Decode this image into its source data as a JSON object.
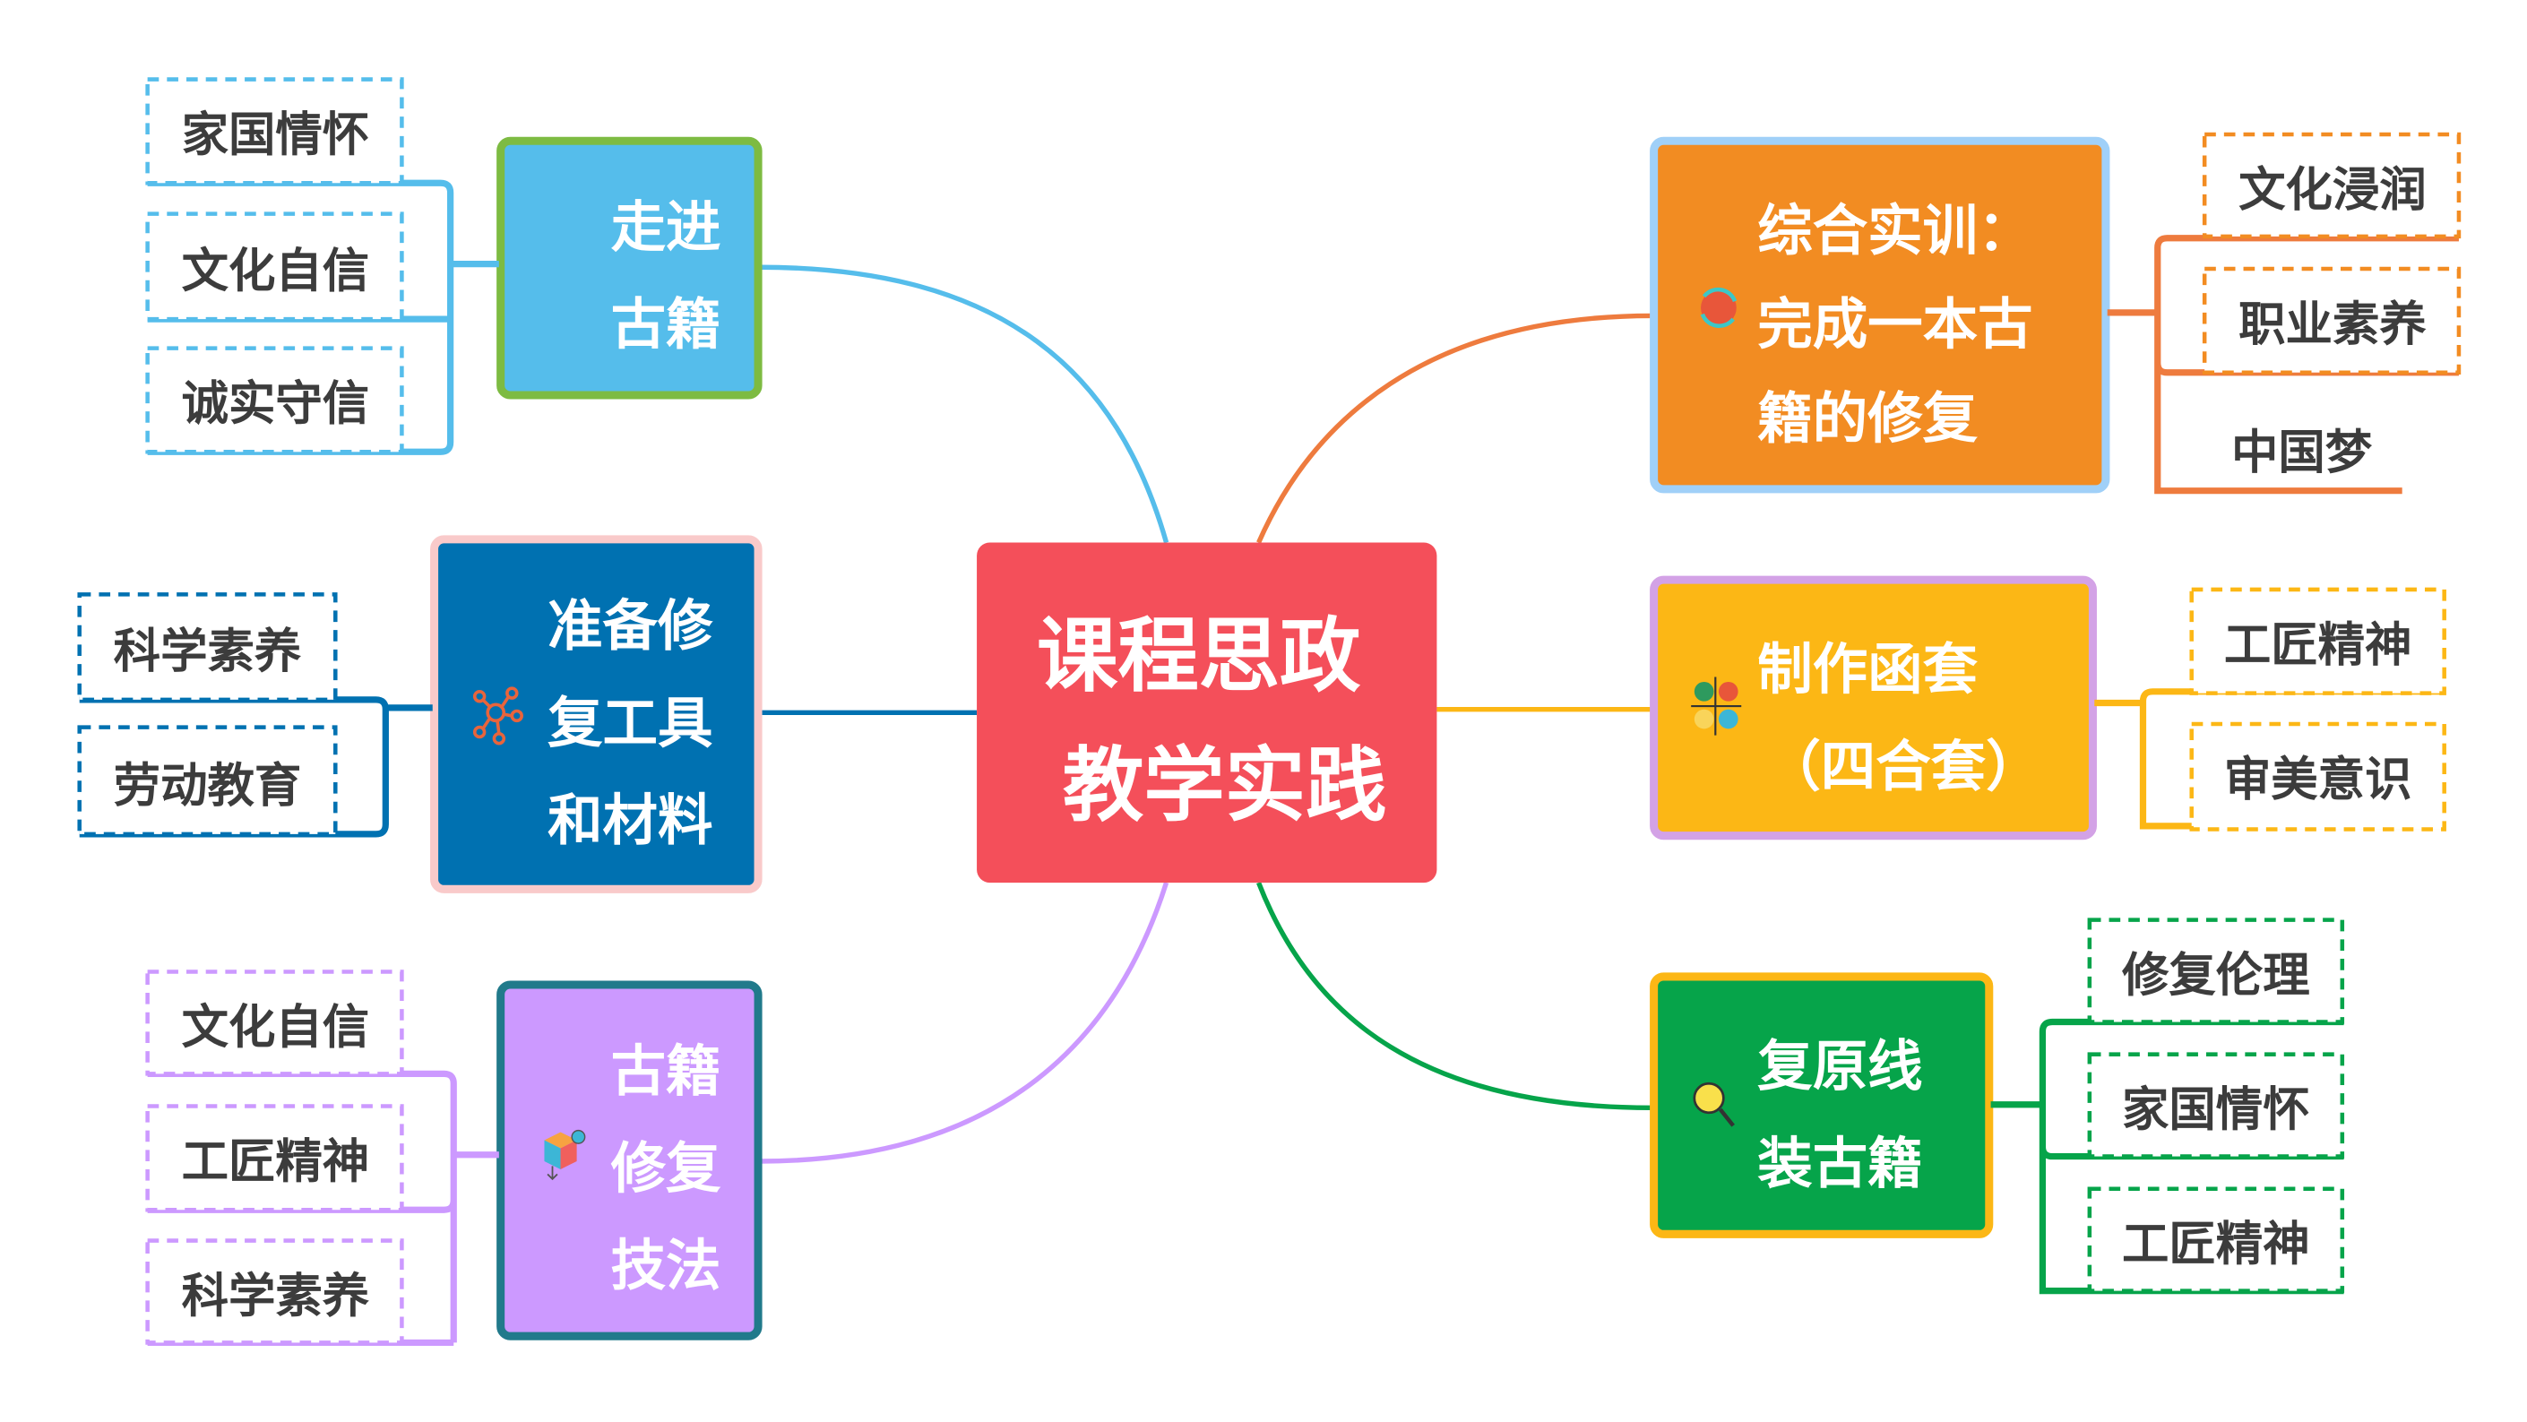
{
  "center": {
    "lines": [
      "课程思政",
      "教学实践"
    ],
    "color": "#F44F5A"
  },
  "branches": [
    {
      "lines": [
        "走进",
        "古籍"
      ],
      "fill": "#55BDEB",
      "border": "#7DBB42",
      "children": [
        "家国情怀",
        "文化自信",
        "诚实守信"
      ]
    },
    {
      "lines": [
        "准备修",
        "复工具",
        "和材料"
      ],
      "fill": "#0071B1",
      "border": "#F9CACA",
      "icon": "network-icon",
      "children": [
        "科学素养",
        "劳动教育"
      ]
    },
    {
      "lines": [
        "古籍",
        "修复",
        "技法"
      ],
      "fill": "#CC99FF",
      "border": "#217A8B",
      "icon": "cube-icon",
      "children": [
        "文化自信",
        "工匠精神",
        "科学素养"
      ]
    },
    {
      "lines": [
        "综合实训：",
        "完成一本古",
        "籍的修复"
      ],
      "fill": "#F28C22",
      "border": "#A0D0F8",
      "icon": "refresh-icon",
      "children": [
        "文化浸润",
        "职业素养",
        "中国梦"
      ]
    },
    {
      "lines": [
        "制作函套",
        "（四合套）"
      ],
      "fill": "#FCB715",
      "border": "#D3A2E6",
      "icon": "grid-status-icon",
      "children": [
        "工匠精神",
        "审美意识"
      ]
    },
    {
      "lines": [
        "复原线",
        "装古籍"
      ],
      "fill": "#06A44A",
      "border": "#FCB715",
      "icon": "magnifier-icon",
      "children": [
        "修复伦理",
        "家国情怀",
        "工匠精神"
      ]
    }
  ]
}
